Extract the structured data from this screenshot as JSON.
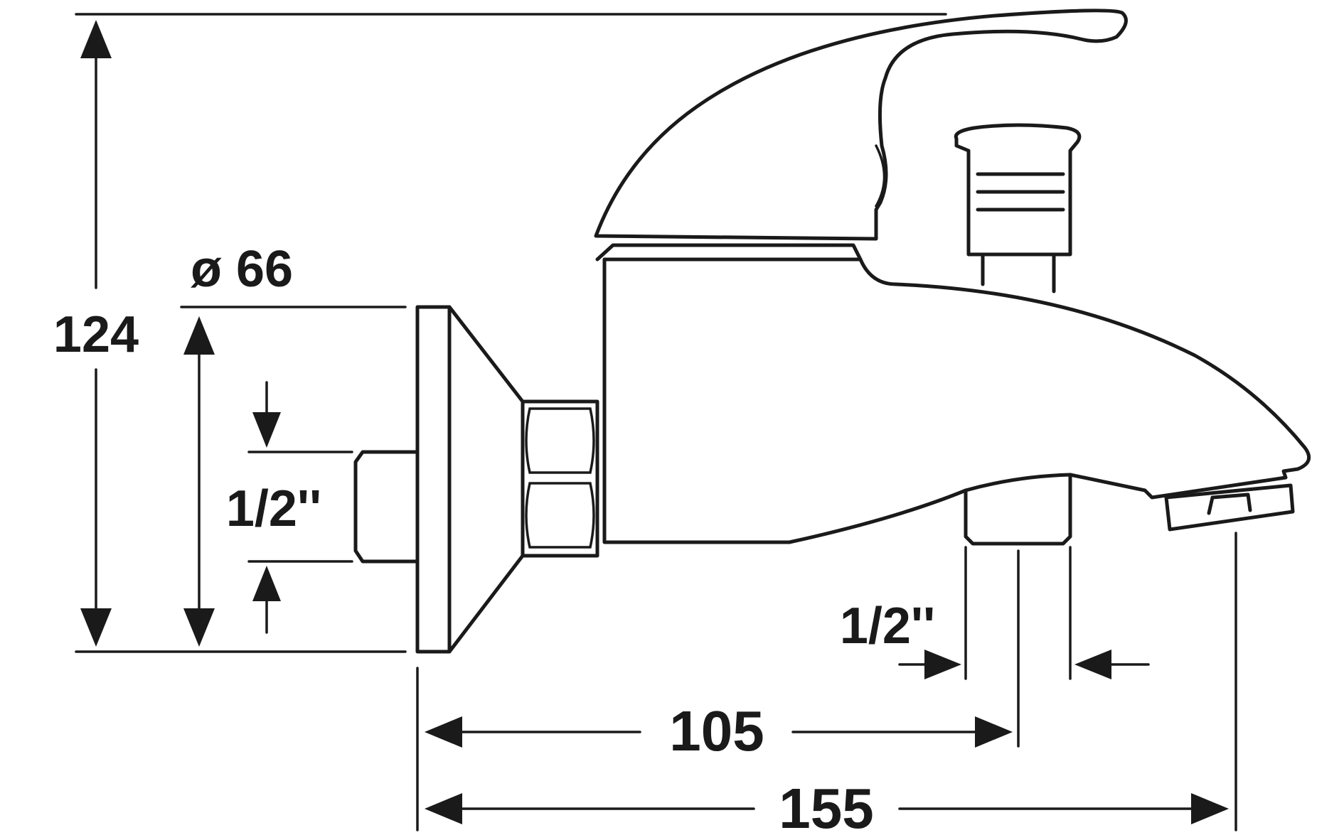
{
  "figure": {
    "subject": "Wall-mounted single-lever bath/shower mixer — dimension drawing",
    "colors": {
      "line": "#1a1a1a",
      "background": "#ffffff"
    }
  },
  "dimensions": {
    "height": {
      "value": "124"
    },
    "flange_diameter": {
      "value": "ø 66"
    },
    "inlet_thread": {
      "value": "1/2''"
    },
    "outlet_thread": {
      "value": "1/2''"
    },
    "outlet_center_distance": {
      "value": "105"
    },
    "spout_projection": {
      "value": "155"
    }
  }
}
